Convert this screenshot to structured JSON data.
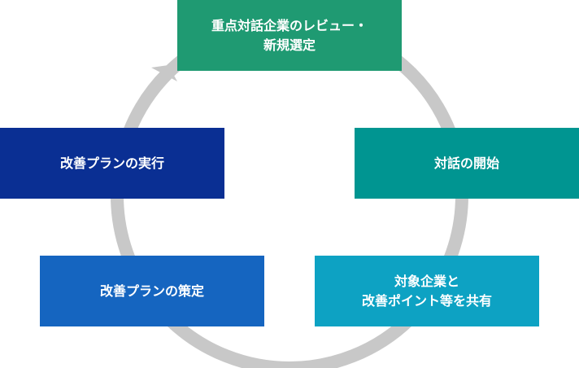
{
  "cycle": {
    "arrow_color": "#c8c8c8",
    "steps": [
      {
        "label": "重点対話企業のレビュー・\n新規選定",
        "color": "#1f9a72"
      },
      {
        "label": "対話の開始",
        "color": "#009591"
      },
      {
        "label": "対象企業と\n改善ポイント等を共有",
        "color": "#0da2c3"
      },
      {
        "label": "改善プランの策定",
        "color": "#1565c0"
      },
      {
        "label": "改善プランの実行",
        "color": "#0a2f93"
      }
    ]
  }
}
